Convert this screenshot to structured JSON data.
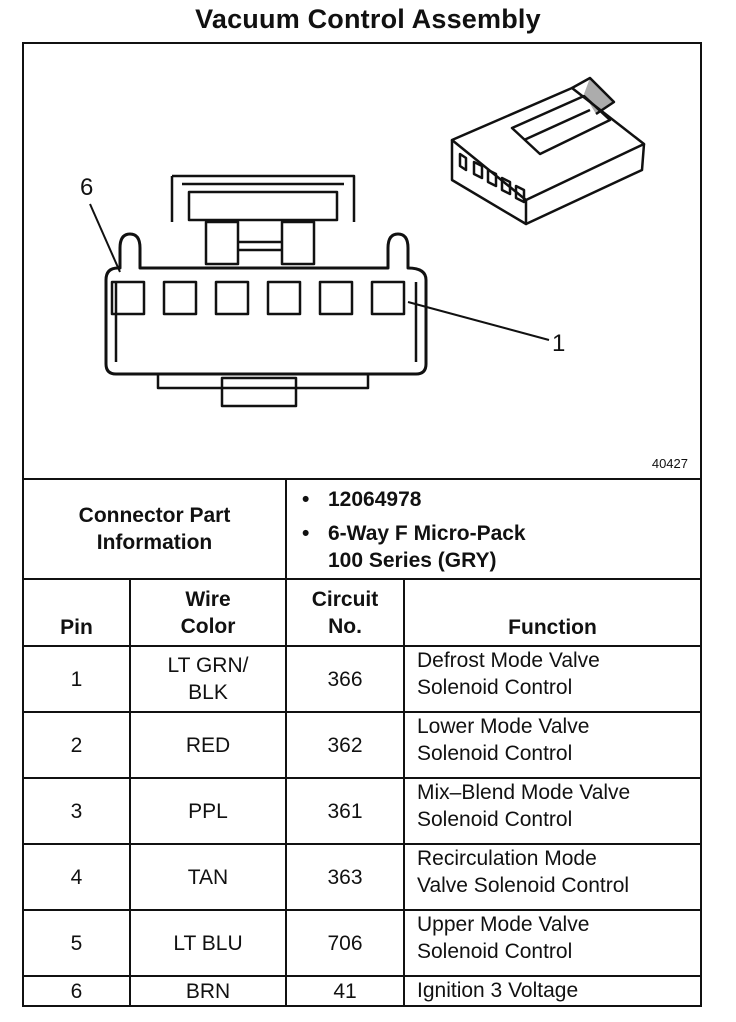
{
  "title": "Vacuum Control Assembly",
  "diagram": {
    "pin_label_6": "6",
    "pin_label_1": "1",
    "figure_id": "40427"
  },
  "connector_info": {
    "label_line1": "Connector Part",
    "label_line2": "Information",
    "part_number": "12064978",
    "description_line1": "6-Way F Micro-Pack",
    "description_line2": "100 Series (GRY)",
    "bullet": "•"
  },
  "table": {
    "headers": {
      "pin": "Pin",
      "wire_color_line1": "Wire",
      "wire_color_line2": "Color",
      "circuit_line1": "Circuit",
      "circuit_line2": "No.",
      "function": "Function"
    },
    "rows": [
      {
        "pin": "1",
        "color_line1": "LT GRN/",
        "color_line2": "BLK",
        "circuit": "366",
        "function_line1": "Defrost Mode Valve",
        "function_line2": "Solenoid Control"
      },
      {
        "pin": "2",
        "color_line1": "RED",
        "color_line2": "",
        "circuit": "362",
        "function_line1": "Lower Mode Valve",
        "function_line2": "Solenoid Control"
      },
      {
        "pin": "3",
        "color_line1": "PPL",
        "color_line2": "",
        "circuit": "361",
        "function_line1": "Mix–Blend Mode Valve",
        "function_line2": "Solenoid Control"
      },
      {
        "pin": "4",
        "color_line1": "TAN",
        "color_line2": "",
        "circuit": "363",
        "function_line1": "Recirculation Mode",
        "function_line2": "Valve Solenoid Control"
      },
      {
        "pin": "5",
        "color_line1": "LT BLU",
        "color_line2": "",
        "circuit": "706",
        "function_line1": "Upper Mode Valve",
        "function_line2": "Solenoid Control"
      },
      {
        "pin": "6",
        "color_line1": "BRN",
        "color_line2": "",
        "circuit": "41",
        "function_line1": "Ignition 3 Voltage",
        "function_line2": ""
      }
    ]
  }
}
